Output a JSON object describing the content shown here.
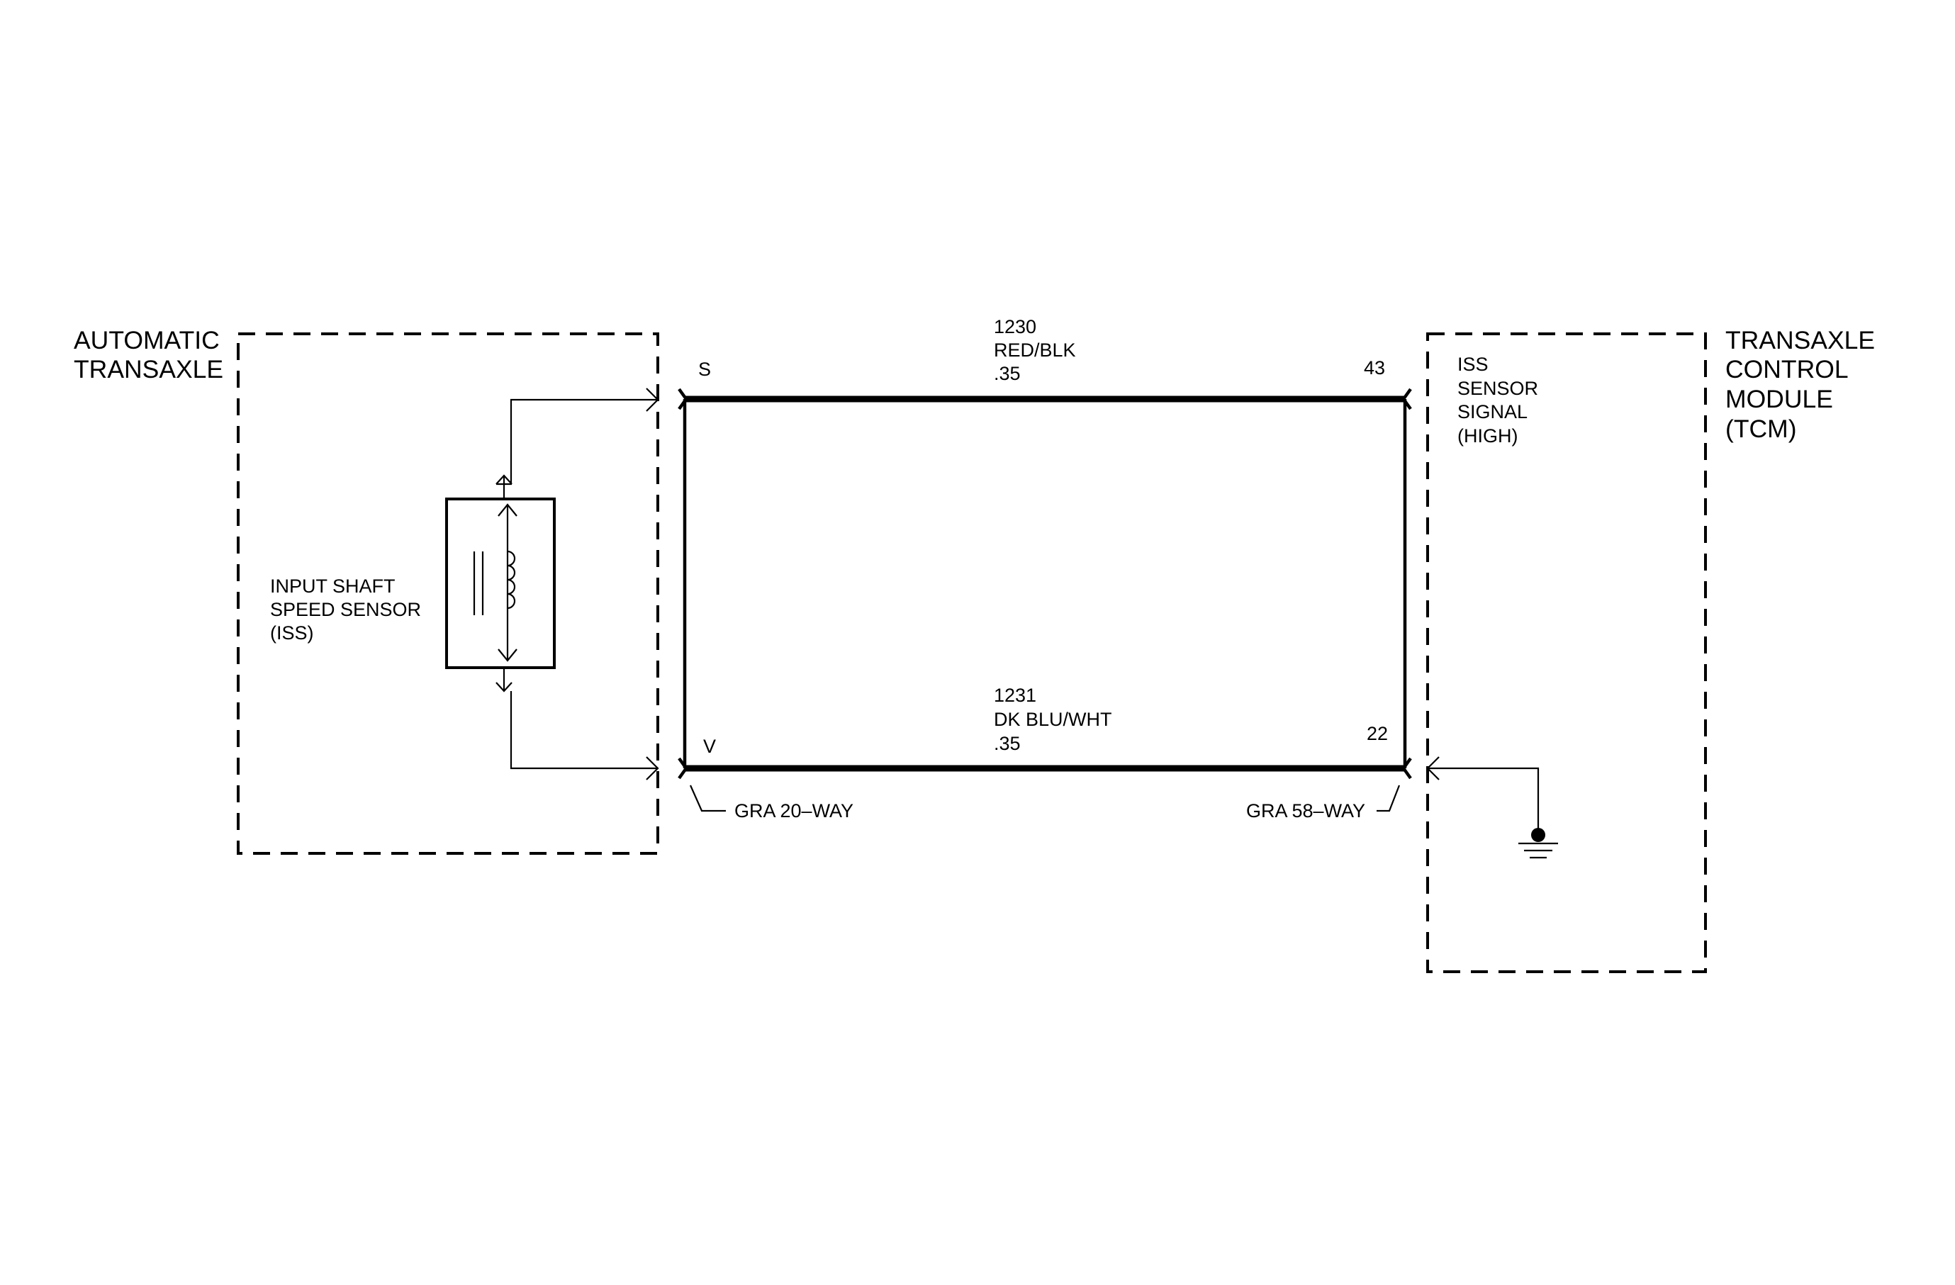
{
  "modules": {
    "left": {
      "name": [
        "AUTOMATIC",
        "TRANSAXLE"
      ],
      "component": [
        "INPUT SHAFT",
        "SPEED SENSOR",
        "(ISS)"
      ]
    },
    "right": {
      "name": [
        "TRANSAXLE",
        "CONTROL",
        "MODULE",
        "(TCM)"
      ],
      "pin_function": [
        "ISS",
        "SENSOR",
        "SIGNAL",
        "(HIGH)"
      ]
    }
  },
  "wires": [
    {
      "circuit": "1230",
      "color": "RED/BLK",
      "gauge": ".35",
      "left_pin": "S",
      "right_pin": "43"
    },
    {
      "circuit": "1231",
      "color": "DK BLU/WHT",
      "gauge": ".35",
      "left_pin": "V",
      "right_pin": "22"
    }
  ],
  "connectors": {
    "left": "GRA 20–WAY",
    "right": "GRA 58–WAY"
  },
  "symbols": {
    "ground": "ground-icon",
    "sensor": "magnetic-pickup-coil-icon"
  }
}
